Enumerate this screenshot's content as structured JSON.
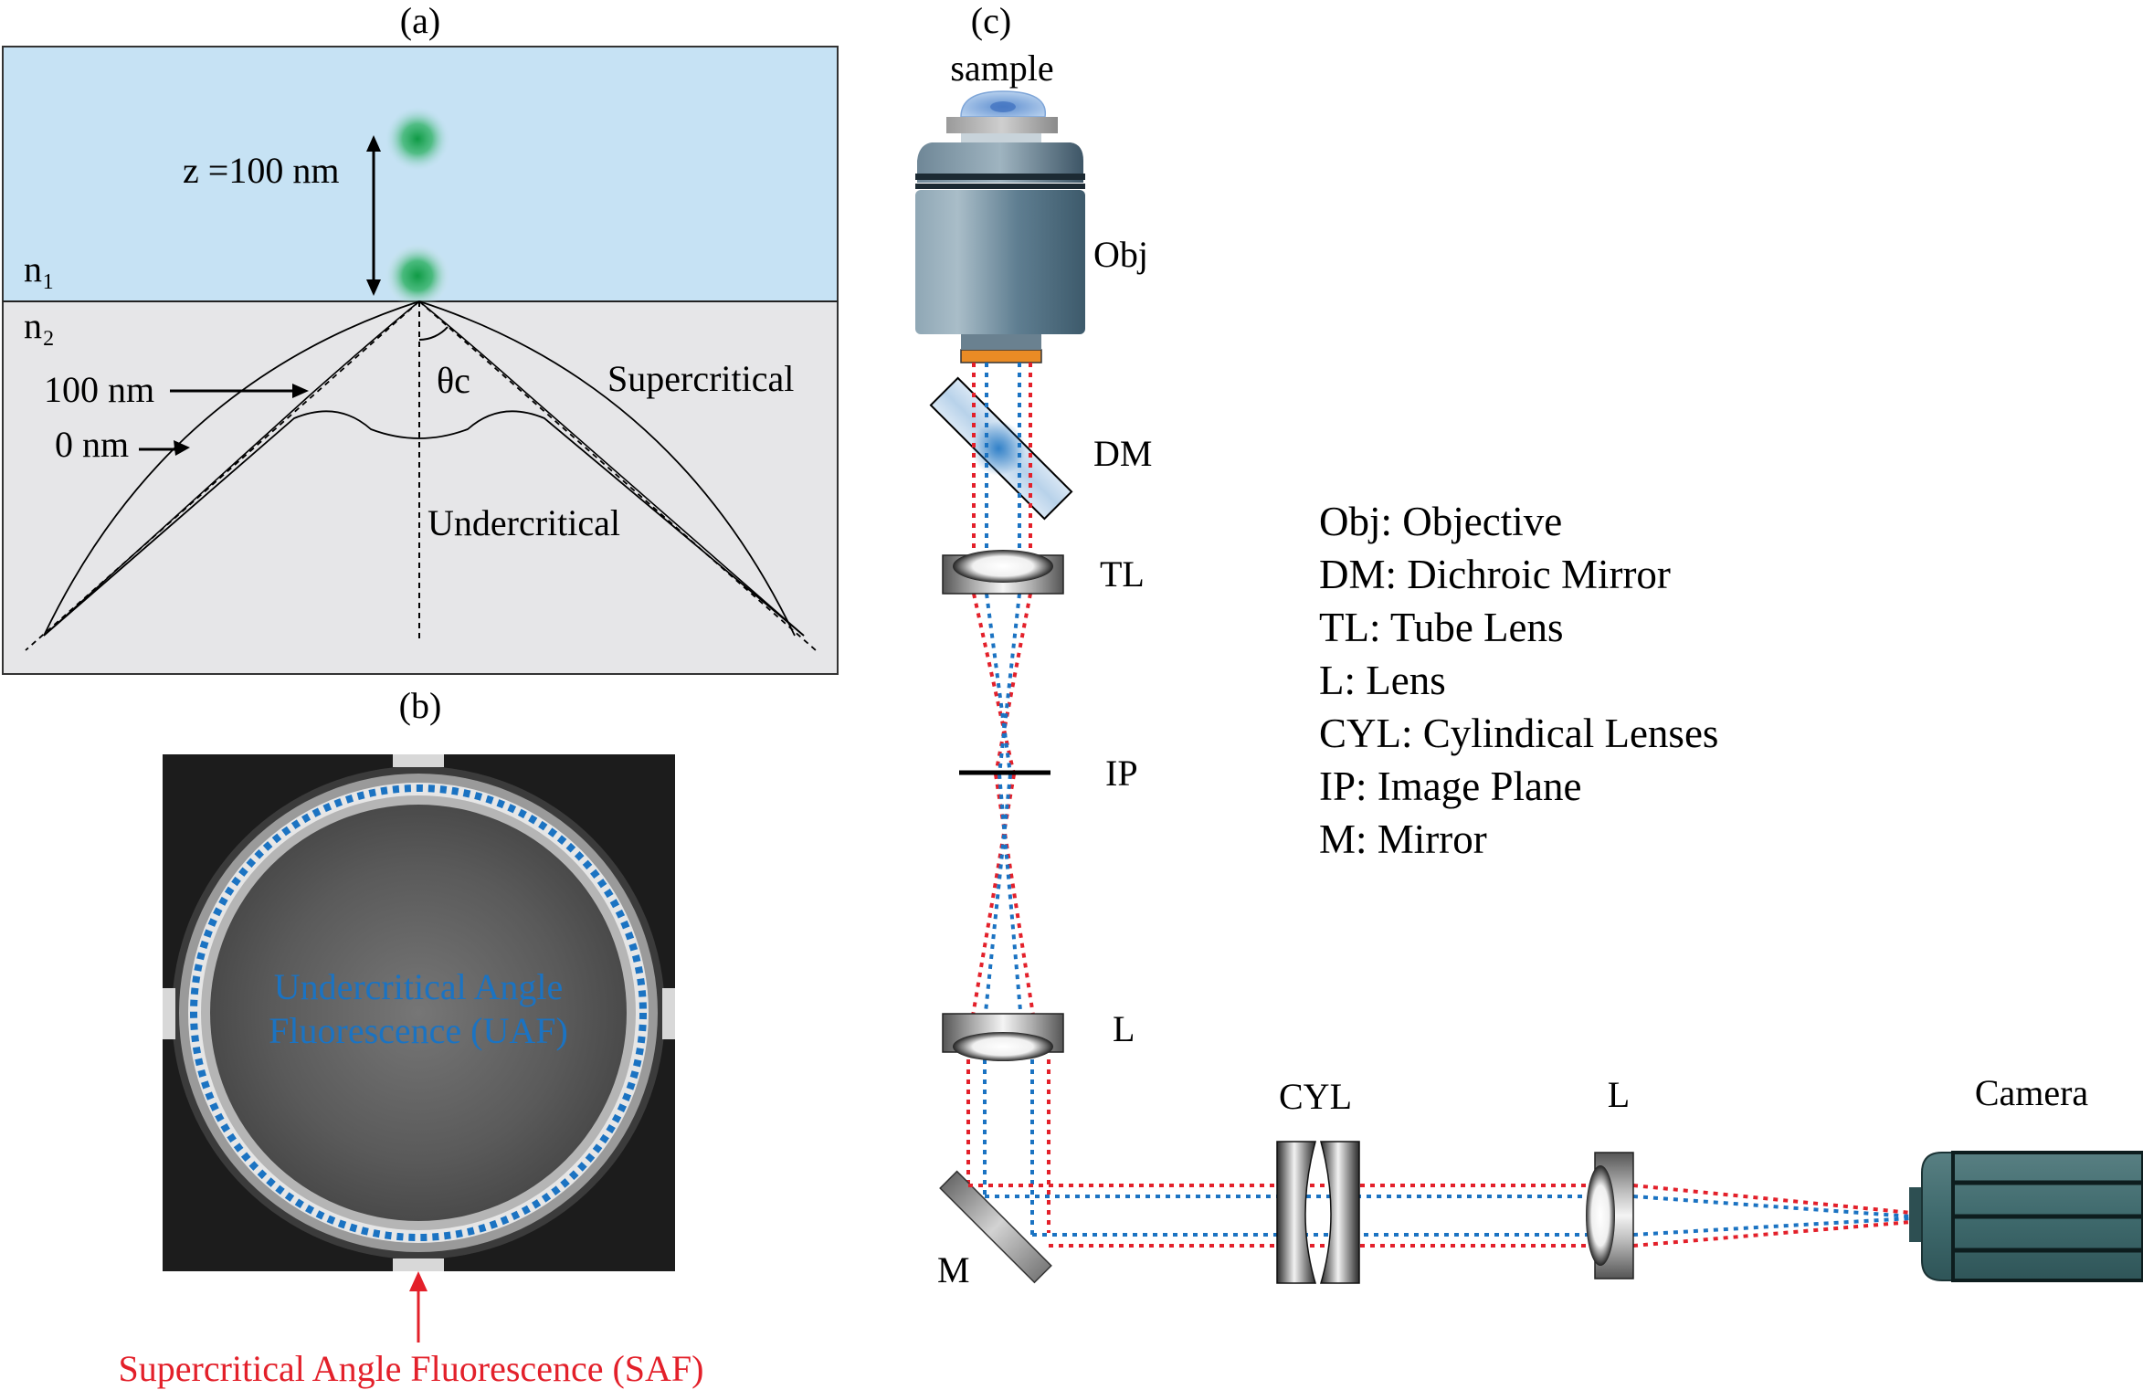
{
  "panel_a": {
    "label": "(a)",
    "z_label": "z =100 nm",
    "n1": "n₁",
    "n2": "n₂",
    "theta_label": "θc",
    "label_100nm": "100 nm",
    "label_0nm": "0 nm",
    "supercritical": "Supercritical",
    "undercritical": "Undercritical"
  },
  "panel_b": {
    "label": "(b)",
    "uaf_line1": "Undercritical Angle",
    "uaf_line2": "Fluorescence (UAF)",
    "saf": "Supercritical Angle Fluorescence (SAF)"
  },
  "panel_c": {
    "label": "(c)",
    "sample": "sample",
    "obj": "Obj",
    "dm": "DM",
    "tl": "TL",
    "ip": "IP",
    "l_vertical": "L",
    "cyl": "CYL",
    "l_horizontal": "L",
    "camera": "Camera",
    "mirror": "M",
    "legend": [
      "Obj: Objective",
      "DM: Dichroic Mirror",
      "TL: Tube Lens",
      "L: Lens",
      "CYL: Cylindical Lenses",
      "IP: Image Plane",
      "M: Mirror"
    ]
  },
  "colors": {
    "medium_top": "#c6e2f4",
    "medium_bottom": "#e6e6e8",
    "emitter": "#1aa454",
    "ray_red": "#e3202a",
    "ray_blue": "#1b73c2",
    "uaf_text": "#1b73c2",
    "saf_text": "#e3202a",
    "objective": "#5d7d8f",
    "camera": "#3f6a6d"
  }
}
